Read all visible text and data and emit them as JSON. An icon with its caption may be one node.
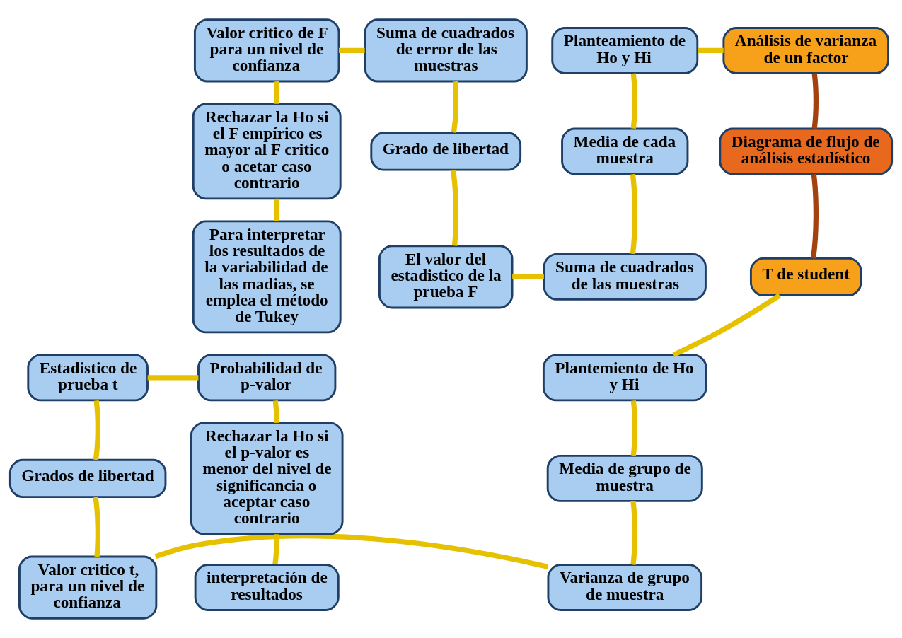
{
  "diagram": {
    "nodes": [
      {
        "text": [
          "Diagrama de flujo de análisis estadístico"
        ]
      },
      {
        "text": [
          "Análisis de varianza de un factor"
        ]
      },
      {
        "text": [
          "T de student"
        ]
      },
      {
        "text": [
          "Planteamiento de Ho y Hi"
        ]
      },
      {
        "text": [
          "Media de cada muestra"
        ]
      },
      {
        "text": [
          "Suma de cuadrados de las muestras"
        ]
      },
      {
        "text": [
          "El valor del estadistico de la prueba F"
        ]
      },
      {
        "text": [
          "Grado de libertad"
        ]
      },
      {
        "text": [
          "Suma de cuadrados de error de las muestras"
        ]
      },
      {
        "text": [
          "Valor critico de F para un nivel de confianza"
        ]
      },
      {
        "text": [
          "Rechazar la Ho si el F empírico es mayor al F critico o acetar caso contrario"
        ]
      },
      {
        "text": [
          "Para interpretar los resultados de la variabilidad de las madias, se emplea el método de Tukey"
        ]
      },
      {
        "text": [
          "Plantemiento de Ho y Hi"
        ]
      },
      {
        "text": [
          "Media de grupo de muestra"
        ]
      },
      {
        "text": [
          "Varianza de grupo de muestra"
        ]
      },
      {
        "text": [
          "Valor critico t, para un nivel de confianza"
        ]
      },
      {
        "text": [
          "Grados de libertad"
        ]
      },
      {
        "text": [
          "Estadistico de prueba t"
        ]
      },
      {
        "text": [
          "Probabilidad de p-valor"
        ]
      },
      {
        "text": [
          "Rechazar la Ho si el p-valor es menor del nivel de significancia o aceptar caso contrario"
        ]
      },
      {
        "text": [
          "interpretación de resultados"
        ]
      }
    ],
    "edges": [
      {
        "from": 0,
        "to": 1,
        "arrow": "none",
        "color": "#a3410f"
      },
      {
        "from": 0,
        "to": 2,
        "arrow": "none",
        "color": "#a3410f"
      },
      {
        "from": 1,
        "to": 3,
        "arrow": "none"
      },
      {
        "from": 3,
        "to": 4,
        "arrow": "none"
      },
      {
        "from": 4,
        "to": 5,
        "arrow": "none"
      },
      {
        "from": 5,
        "to": 6,
        "arrow": "none"
      },
      {
        "from": 6,
        "to": 7,
        "arrow": "none"
      },
      {
        "from": 7,
        "to": 8,
        "arrow": "none"
      },
      {
        "from": 8,
        "to": 9,
        "arrow": "none"
      },
      {
        "from": 9,
        "to": 10,
        "arrow": "none"
      },
      {
        "from": 10,
        "to": 11,
        "arrow": "none"
      },
      {
        "from": 2,
        "to": 12,
        "arrow": "none"
      },
      {
        "from": 12,
        "to": 13,
        "arrow": "none"
      },
      {
        "from": 13,
        "to": 14,
        "arrow": "none"
      },
      {
        "from": 14,
        "to": 15,
        "arrow": "none"
      },
      {
        "from": 15,
        "to": 16,
        "arrow": "none"
      },
      {
        "from": 16,
        "to": 17,
        "arrow": "none"
      },
      {
        "from": 17,
        "to": 18,
        "arrow": "none"
      },
      {
        "from": 18,
        "to": 19,
        "arrow": "none"
      },
      {
        "from": 19,
        "to": 20,
        "arrow": "none"
      }
    ]
  }
}
